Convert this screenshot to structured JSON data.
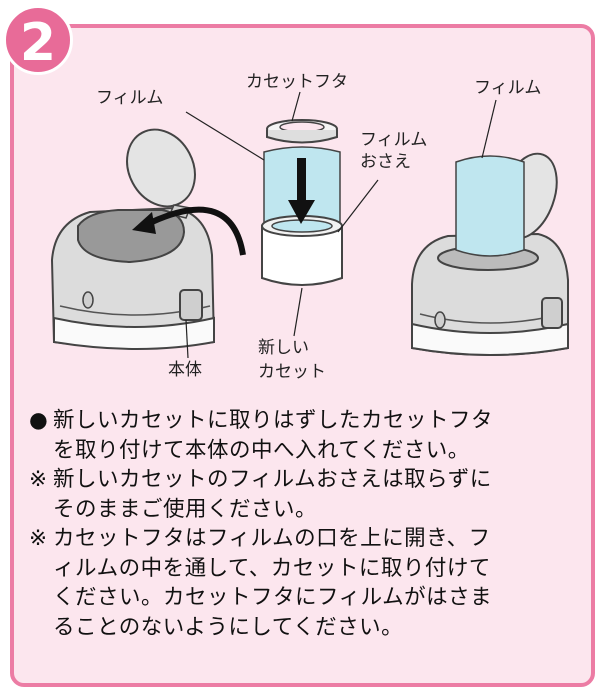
{
  "step_number": "2",
  "labels": {
    "film_left": "フィルム",
    "cassette_lid": "カセットフタ",
    "film_holder_1": "フィルム",
    "film_holder_2": "おさえ",
    "film_right": "フィルム",
    "body": "本体",
    "new_cassette_1": "新しい",
    "new_cassette_2": "カセット"
  },
  "instructions": [
    {
      "marker": "●",
      "lines": [
        "新しいカセットに取りはずしたカセットフタ",
        "を取り付けて本体の中へ入れてください。"
      ]
    },
    {
      "marker": "※",
      "lines": [
        "新しいカセットのフィルムおさえは取らずに",
        "そのままご使用ください。"
      ]
    },
    {
      "marker": "※",
      "lines": [
        "カセットフタはフィルムの口を上に開き、フ",
        "ィルムの中を通して、カセットに取り付けて",
        "ください。カセットフタにフィルムがはさま",
        "ることのないようにしてください。"
      ]
    }
  ],
  "colors": {
    "accent": "#ec7ca4",
    "badge": "#e86b98",
    "background": "#fce6ee",
    "film": "#bfe6ef"
  }
}
